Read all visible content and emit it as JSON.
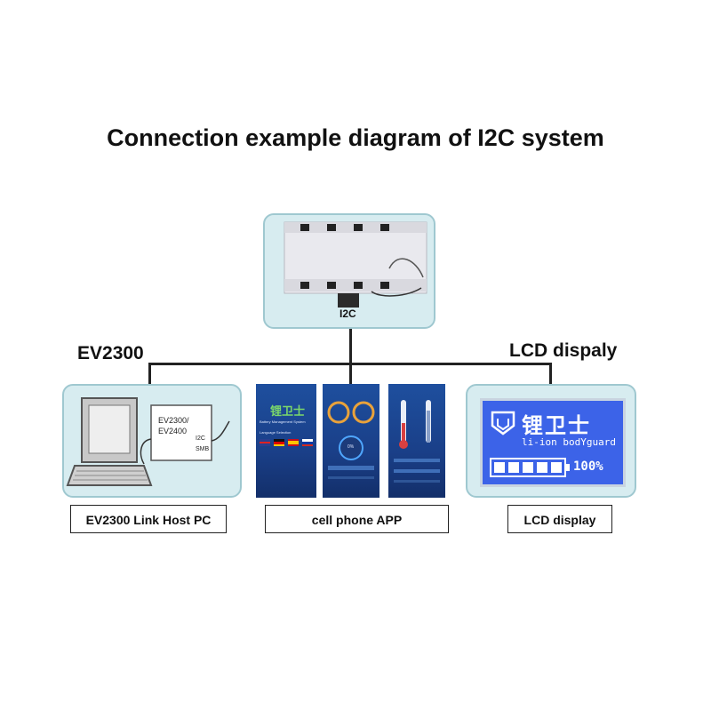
{
  "title": "Connection example diagram of I2C system",
  "center_module": {
    "chip_label": "I2C"
  },
  "left_heading": "EV2300",
  "right_heading": "LCD dispaly",
  "pc_box": {
    "device_label_line1": "EV2300/",
    "device_label_line2": "EV2400",
    "port_label_1": "I2C",
    "port_label_2": "SMB",
    "caption": "EV2300 Link Host PC"
  },
  "app_box": {
    "caption": "cell phone APP",
    "screen1_logo": "锂卫士",
    "screen1_subtitle": "Battery Management System",
    "screen1_lang": "Language Selection",
    "screen2_gauge": "0%"
  },
  "lcd_box": {
    "logo_cn": "锂卫士",
    "logo_en": "li-ion bodYguard",
    "battery_pct": "100%",
    "caption": "LCD display"
  },
  "colors": {
    "panel_bg": "#d7ecf0",
    "panel_border": "#9fc8d0",
    "lcd_blue": "#3c63e8",
    "app_blue": "#1e4f9e"
  }
}
